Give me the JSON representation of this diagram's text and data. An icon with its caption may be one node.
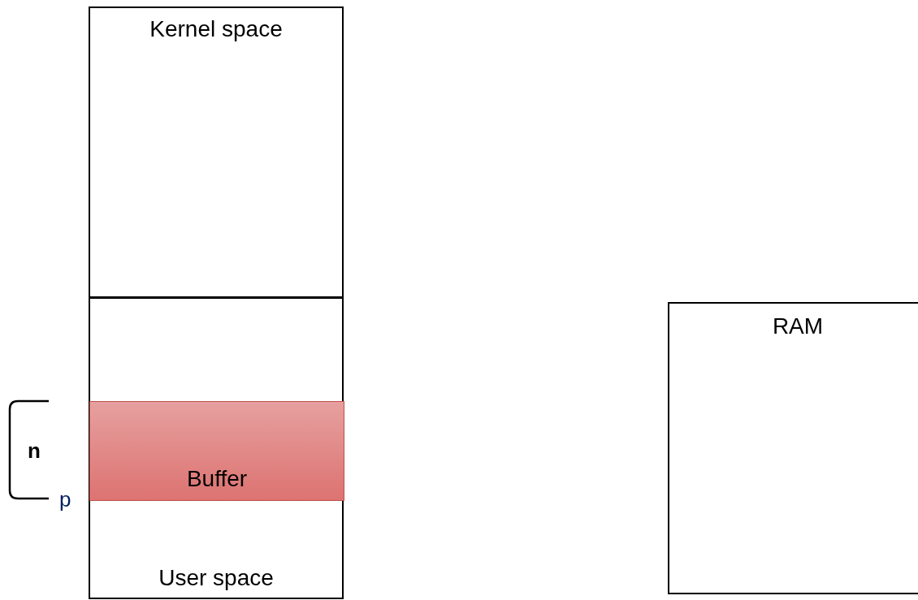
{
  "diagram": {
    "nodes": [
      {
        "text": [
          "Kernel space"
        ]
      },
      {
        "text": [
          "User space"
        ]
      },
      {
        "text": [
          "Buffer"
        ],
        "in": 1
      },
      {
        "text": [
          "RAM"
        ]
      }
    ],
    "labels": [
      "n",
      "p"
    ]
  }
}
